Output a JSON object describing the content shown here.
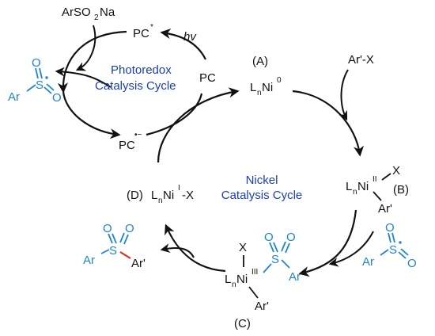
{
  "colors": {
    "ink": "#111111",
    "cycle_label": "#1a3fb0",
    "sulfonyl": "#1f86c8",
    "new_bond": "#e0251b"
  },
  "photoredox": {
    "label_line1": "Photoredox",
    "label_line2": "Catalysis Cycle",
    "sulfinate": "ArSO2Na",
    "pc_excited": "PC",
    "excited_mark": "*",
    "hv": "hv",
    "pc_ground": "PC",
    "pc_reduced": "PC",
    "radical_anion_mark": "•−"
  },
  "nickel": {
    "label_line1": "Nickel",
    "label_line2": "Catalysis Cycle",
    "aryl_halide": "Ar'-X",
    "label_A": "(A)",
    "label_B": "(B)",
    "label_C": "(C)",
    "label_D": "(D)"
  },
  "species": {
    "L": "L",
    "n": "n",
    "Ni": "Ni",
    "ox_0": "0",
    "ox_II": "II",
    "ox_III": "III",
    "ox_I": "I",
    "X": "X",
    "Ar": "Ar",
    "Ar_prime": "Ar'",
    "S": "S",
    "O": "O",
    "dash_X": "-X"
  }
}
